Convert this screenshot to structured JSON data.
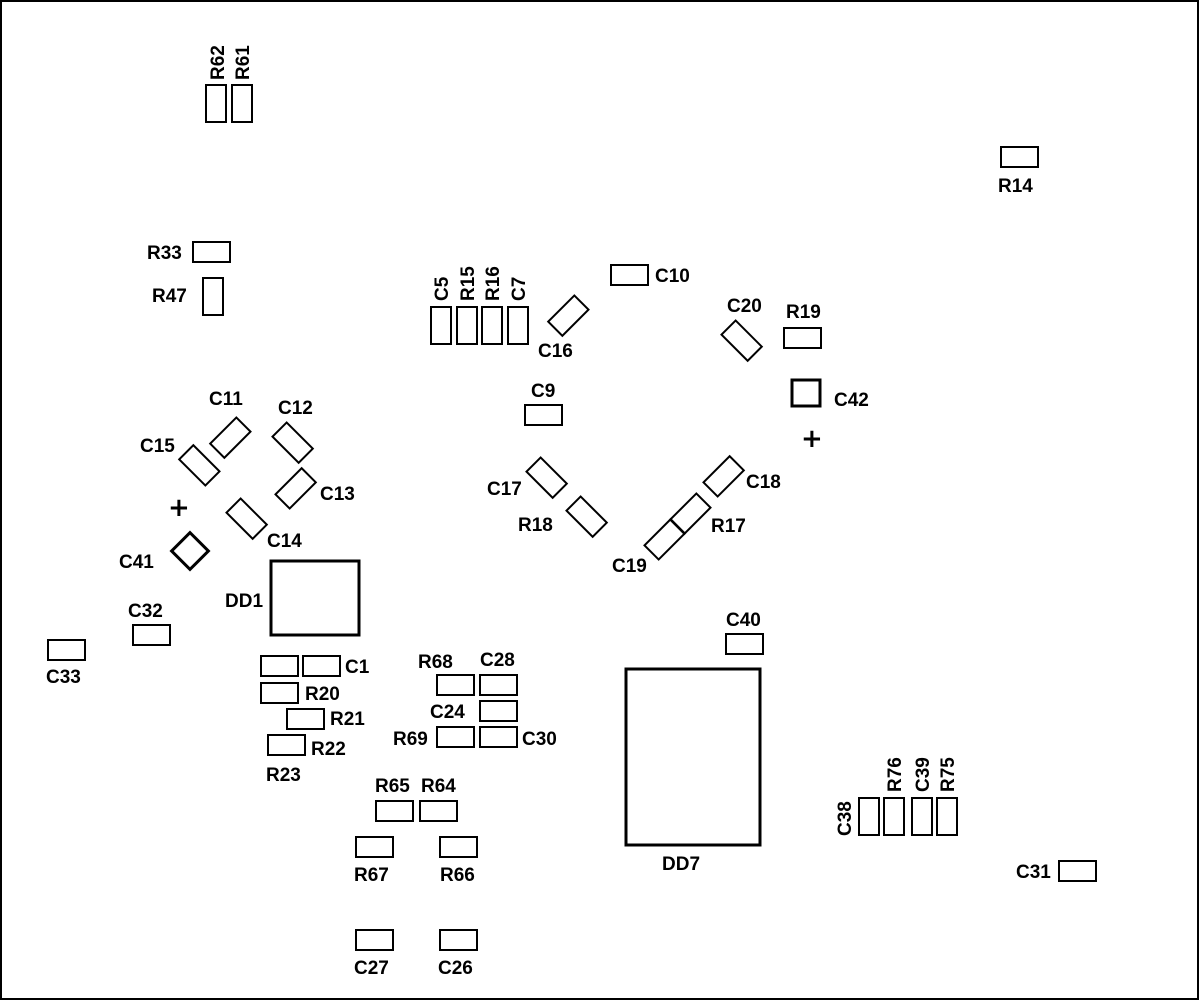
{
  "labels": {
    "R62": "R62",
    "R61": "R61",
    "R14": "R14",
    "R33": "R33",
    "R47": "R47",
    "C5": "C5",
    "R15": "R15",
    "R16": "R16",
    "C7": "C7",
    "C10": "C10",
    "C16": "C16",
    "C20": "C20",
    "R19": "R19",
    "C42": "C42",
    "C9": "C9",
    "C11": "C11",
    "C12": "C12",
    "C15": "C15",
    "C13": "C13",
    "C14": "C14",
    "C41": "C41",
    "C17": "C17",
    "C18": "C18",
    "R18": "R18",
    "R17": "R17",
    "C19": "C19",
    "DD1": "DD1",
    "C32": "C32",
    "C33": "C33",
    "C1": "C1",
    "R20": "R20",
    "R21": "R21",
    "R22": "R22",
    "R23": "R23",
    "R68": "R68",
    "C28": "C28",
    "C24": "C24",
    "R69": "R69",
    "C30": "C30",
    "C40": "C40",
    "DD7": "DD7",
    "R65": "R65",
    "R64": "R64",
    "R67": "R67",
    "R66": "R66",
    "C27": "C27",
    "C26": "C26",
    "C38": "C38",
    "R76": "R76",
    "C39": "C39",
    "R75": "R75",
    "C31": "C31"
  },
  "polarity_marks": {
    "c41_plus": "+",
    "c42_plus": "+"
  }
}
